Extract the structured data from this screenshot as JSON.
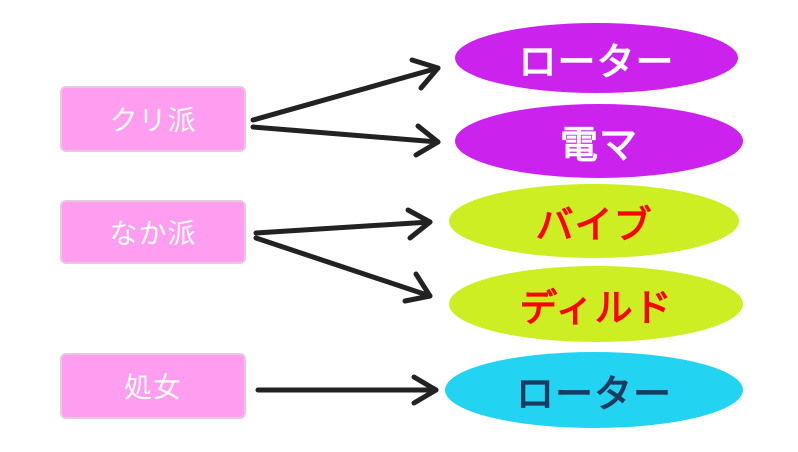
{
  "groups": [
    {
      "label": "クリ派",
      "targets": [
        {
          "label": "ローター",
          "fill": "#cc22ee",
          "text_color": "#ffffff"
        },
        {
          "label": "電マ",
          "fill": "#cc22ee",
          "text_color": "#ffffff"
        }
      ]
    },
    {
      "label": "なか派",
      "targets": [
        {
          "label": "バイブ",
          "fill": "#ccee22",
          "text_color": "#ff0000"
        },
        {
          "label": "ディルド",
          "fill": "#ccee22",
          "text_color": "#ff0000"
        }
      ]
    },
    {
      "label": "処女",
      "targets": [
        {
          "label": "ローター",
          "fill": "#22d4f2",
          "text_color": "#1a3a60"
        }
      ]
    }
  ],
  "colors": {
    "box_fill": "#ff9df0",
    "box_border": "#e7c8df",
    "arrow": "#222222"
  }
}
